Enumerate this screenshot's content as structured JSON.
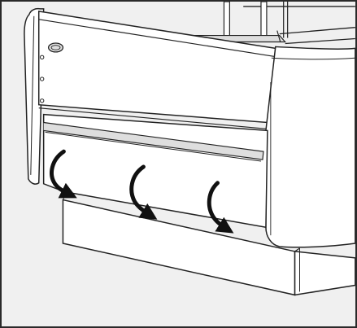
{
  "illustration": {
    "subject": "display-counter",
    "colors": {
      "background": "#f0f0f0",
      "panel_fill": "#ffffff",
      "shade_fill": "#dedede",
      "line": "#222222",
      "frame": "#2a2a2a",
      "arrow": "#111111"
    },
    "icons": [
      "logo-badge-icon",
      "rotate-arrow-icon"
    ],
    "arrow_count": 3,
    "screw_count": 3
  }
}
